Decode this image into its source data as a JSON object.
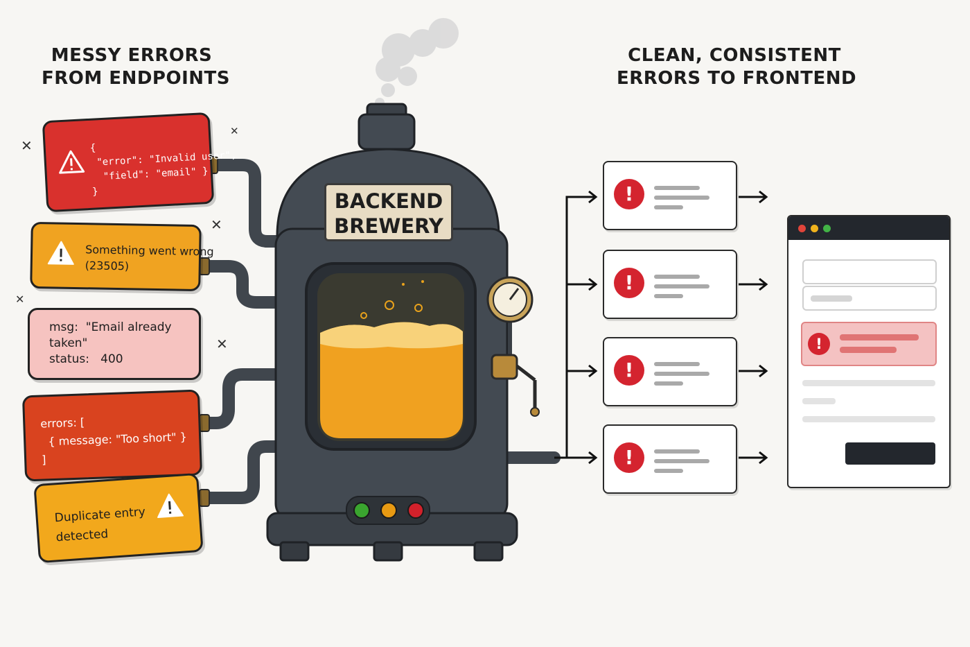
{
  "headings": {
    "left": [
      "MESSY ERRORS",
      "FROM ENDPOINTS"
    ],
    "right": [
      "CLEAN, CONSISTENT",
      "ERRORS TO FRONTEND"
    ]
  },
  "messy_errors": [
    {
      "lines": [
        "{",
        " \"error\": \"Invalid user\",",
        "  \"field\": \"email\" }",
        "}"
      ],
      "icon": "warning-icon"
    },
    {
      "lines": [
        "Something went wrong",
        "(23505)"
      ],
      "icon": "warning-icon"
    },
    {
      "lines": [
        "msg:  \"Email already",
        "taken\"",
        "status:   400"
      ]
    },
    {
      "lines": [
        "errors: [",
        "  { message: \"Too short\" }",
        "]"
      ]
    },
    {
      "lines": [
        "Duplicate entry",
        "detected"
      ],
      "icon": "warning-icon"
    }
  ],
  "brewery": {
    "label": [
      "BACKEND",
      "BREWERY"
    ],
    "indicator_lights": [
      "#3aa52f",
      "#e89a12",
      "#d2212b"
    ]
  },
  "clean_errors": {
    "count": 4,
    "icon": "error-circle-icon",
    "accent": "#d4242f"
  },
  "frontend": {
    "window_dots": [
      "#e0443a",
      "#f0b31d",
      "#42b346"
    ],
    "error_accent": "#d4242f"
  }
}
